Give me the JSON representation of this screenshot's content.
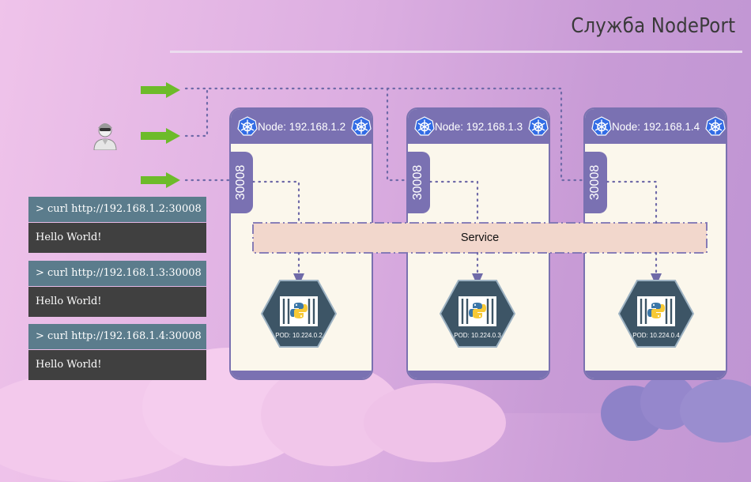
{
  "title": "Служба NodePort",
  "colors": {
    "node_purple": "#7a71b2",
    "node_body": "#fbf7ec",
    "service_fill": "#f2d7cc",
    "arrow_green": "#6dbb2a",
    "pod_hex": "#3d5566",
    "terminal_cmd": "#5b7c8c",
    "terminal_out": "#404040"
  },
  "nodes": [
    {
      "label": "Node: 192.168.1.2",
      "port": "30008",
      "pod_ip": "POD: 10.224.0.2"
    },
    {
      "label": "Node: 192.168.1.3",
      "port": "30008",
      "pod_ip": "POD: 10.224.0.3"
    },
    {
      "label": "Node: 192.168.1.4",
      "port": "30008",
      "pod_ip": "POD: 10.224.0.4"
    }
  ],
  "service": {
    "label": "Service"
  },
  "terminals": [
    {
      "command": "> curl http://192.168.1.2:30008",
      "output": "Hello World!"
    },
    {
      "command": "> curl http://192.168.1.3:30008",
      "output": "Hello World!"
    },
    {
      "command": "> curl http://192.168.1.4:30008",
      "output": "Hello World!"
    }
  ],
  "icons": [
    "user-icon",
    "kubernetes-icon",
    "python-icon",
    "arrow-right-icon"
  ]
}
